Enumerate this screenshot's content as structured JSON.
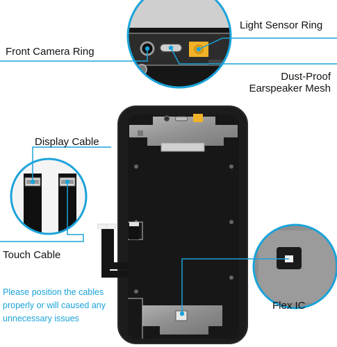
{
  "labels": {
    "light_sensor_ring": "Light Sensor Ring",
    "front_camera_ring": "Front Camera Ring",
    "dust_proof_line1": "Dust-Proof",
    "dust_proof_line2": "Earspeaker Mesh",
    "display_cable": "Display Cable",
    "touch_cable": "Touch Cable",
    "flex_ic": "Flex IC"
  },
  "note": {
    "line1": "Please position the cables",
    "line2": "properly or will caused any",
    "line3": "unnecessary issues"
  },
  "colors": {
    "accent": "#1aa3d9",
    "panel": "#141414",
    "frame": "#b9b9b9",
    "flex_gold": "#f2b227"
  }
}
